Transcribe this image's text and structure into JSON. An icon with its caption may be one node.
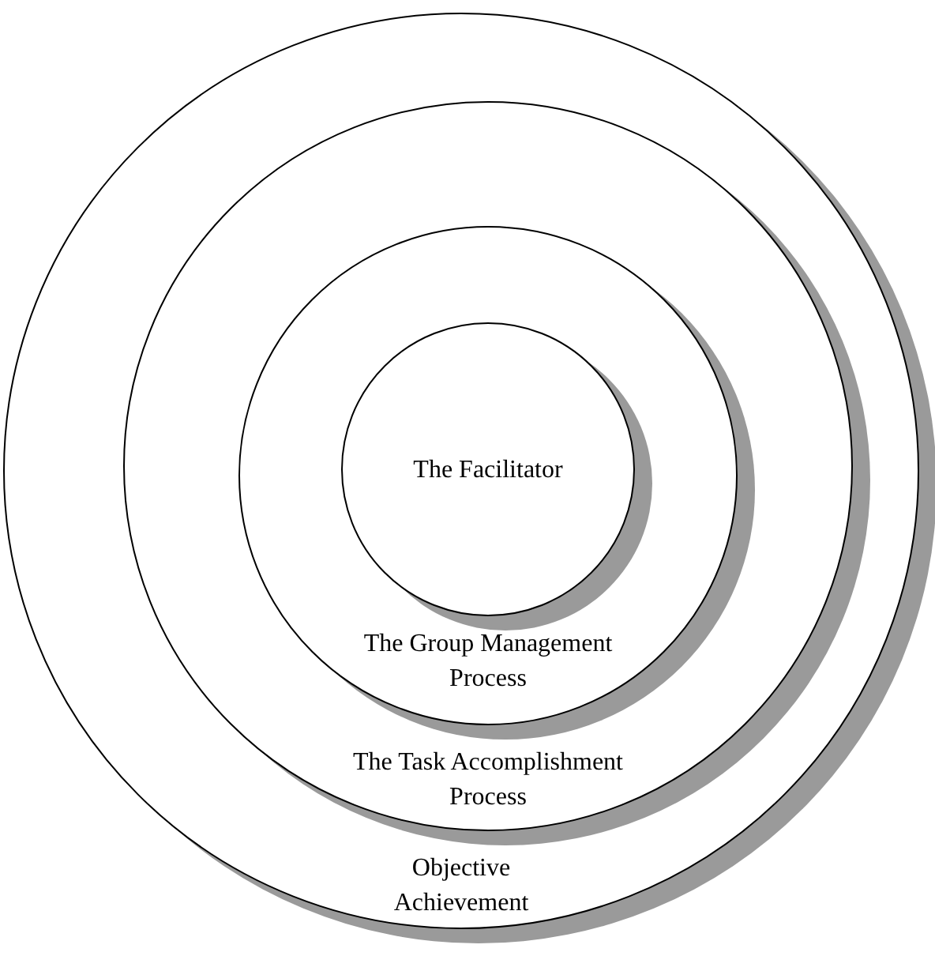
{
  "diagram": {
    "nodes": [
      {
        "text": [
          "Objective Achievement"
        ]
      },
      {
        "text": [
          "The Task Accomplishment Process"
        ],
        "in": 0
      },
      {
        "text": [
          "The Group Management Process"
        ],
        "in": 1
      },
      {
        "text": [
          "The Facilitator"
        ],
        "in": 2
      }
    ]
  }
}
